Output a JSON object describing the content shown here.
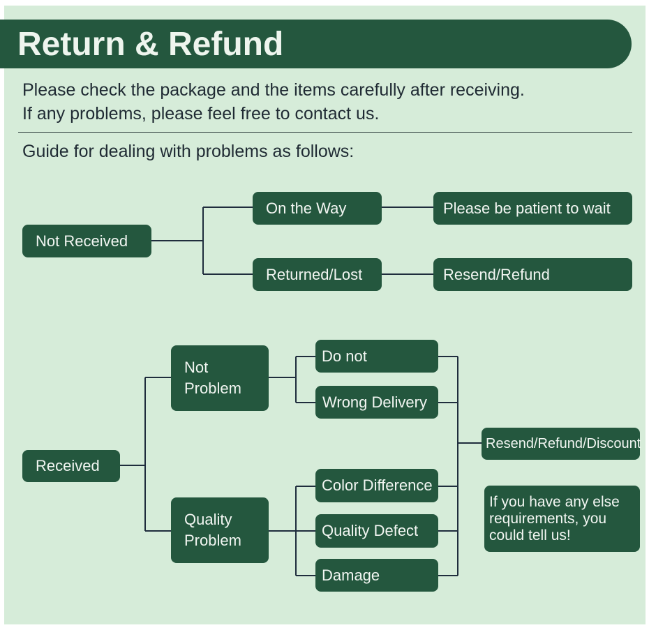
{
  "header": {
    "title": "Return & Refund"
  },
  "intro": {
    "line1": "Please check the package and the items carefully after receiving.",
    "line2": "If any problems, please feel free to contact us.",
    "guide": "Guide for dealing with problems as follows:"
  },
  "not_received": {
    "label": "Not Received",
    "on_the_way": "On the Way",
    "returned_lost": "Returned/Lost",
    "wait": "Please be patient to wait",
    "resend_refund": "Resend/Refund"
  },
  "received": {
    "label": "Received",
    "not_problem_1": "Not",
    "not_problem_2": "Problem",
    "quality_problem_1": "Quality",
    "quality_problem_2": "Problem",
    "do_not": "Do not",
    "wrong_delivery": "Wrong Delivery",
    "color_difference": "Color Difference",
    "quality_defect": "Quality Defect",
    "damage": "Damage",
    "outcome": "Resend/Refund/Discount",
    "note": "If you have any else requirements, you could tell us!"
  },
  "colors": {
    "box": "#24573e",
    "background": "#d6ecd9",
    "line": "#1f2d3d",
    "text": "#1f2a33"
  }
}
